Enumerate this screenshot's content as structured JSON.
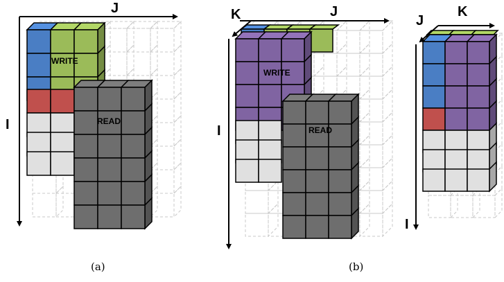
{
  "colors": {
    "blue": "#4a7ec4",
    "green": "#9bbb59",
    "red": "#c0504d",
    "purple": "#8064a2",
    "light_gray": "#e0e0e0",
    "dark_gray": "#6e6e6e",
    "ghost": "#c8c8c8"
  },
  "diagram_a": {
    "axis_j": "J",
    "axis_i": "I",
    "write_label": "WRITE",
    "read_label": "READ",
    "caption": "(a)"
  },
  "diagram_b": {
    "axis_k": "K",
    "axis_j": "J",
    "axis_i": "I",
    "write_label": "WRITE",
    "read_label": "READ",
    "caption": "(b)"
  },
  "diagram_c": {
    "axis_k": "K",
    "axis_j": "J",
    "axis_i": "I"
  }
}
